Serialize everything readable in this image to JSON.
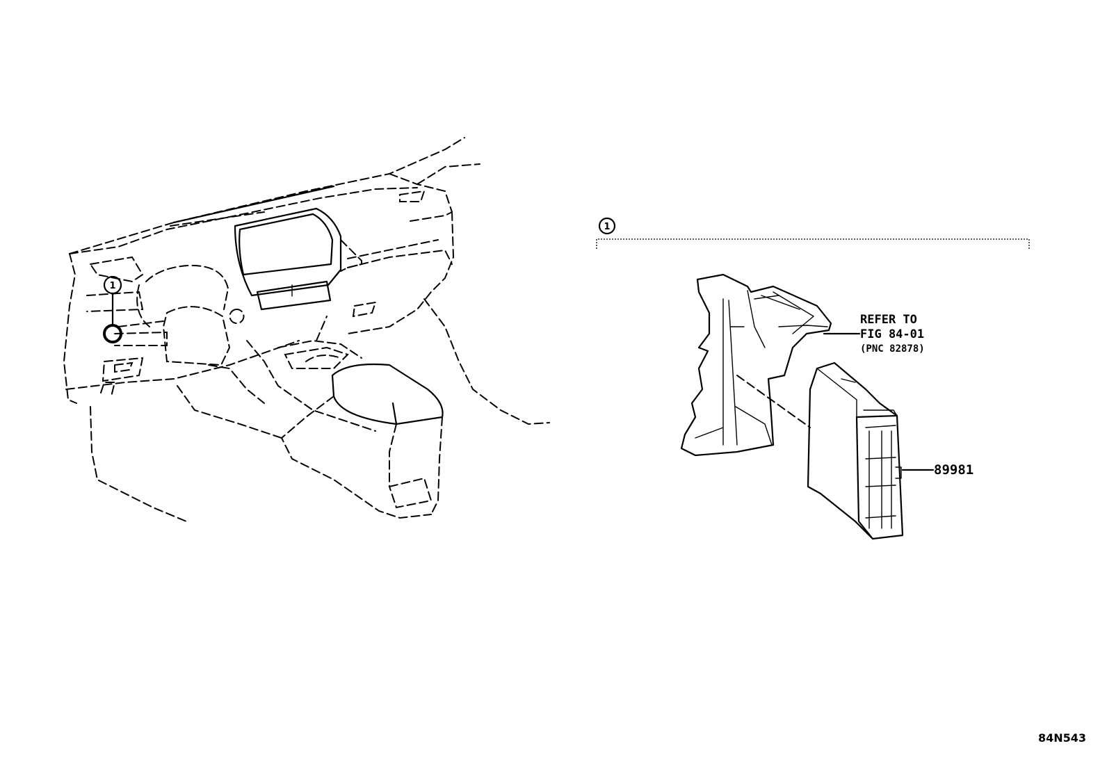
{
  "figure_id": "84N543",
  "callouts": {
    "item_circle_left": "1",
    "item_circle_right": "1",
    "refer_line1": "REFER TO",
    "refer_line2": "FIG 84-01",
    "refer_line3": "(PNC 82878)",
    "part_number": "89981"
  }
}
